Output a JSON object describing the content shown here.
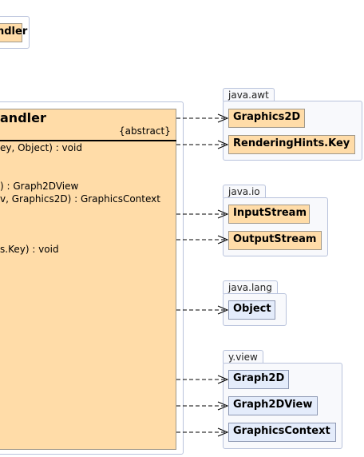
{
  "top_class": {
    "label": "ndler"
  },
  "main_class": {
    "title": "andler",
    "stereotype": "{abstract}",
    "members": [
      "ey, Object) : void",
      ") : Graph2DView",
      "v, Graphics2D) : GraphicsContext",
      "s.Key) : void"
    ]
  },
  "packages": [
    {
      "name": "java.awt",
      "classes": [
        "Graphics2D",
        "RenderingHints.Key"
      ]
    },
    {
      "name": "java.io",
      "classes": [
        "InputStream",
        "OutputStream"
      ]
    },
    {
      "name": "java.lang",
      "classes": [
        "Object"
      ]
    },
    {
      "name": "y.view",
      "classes": [
        "Graph2D",
        "Graph2DView",
        "GraphicsContext"
      ]
    }
  ],
  "colors": {
    "local_class_fill": "#ffdca8",
    "external_class_fill": "#e4ecfb",
    "package_border": "#b9c3dc"
  }
}
